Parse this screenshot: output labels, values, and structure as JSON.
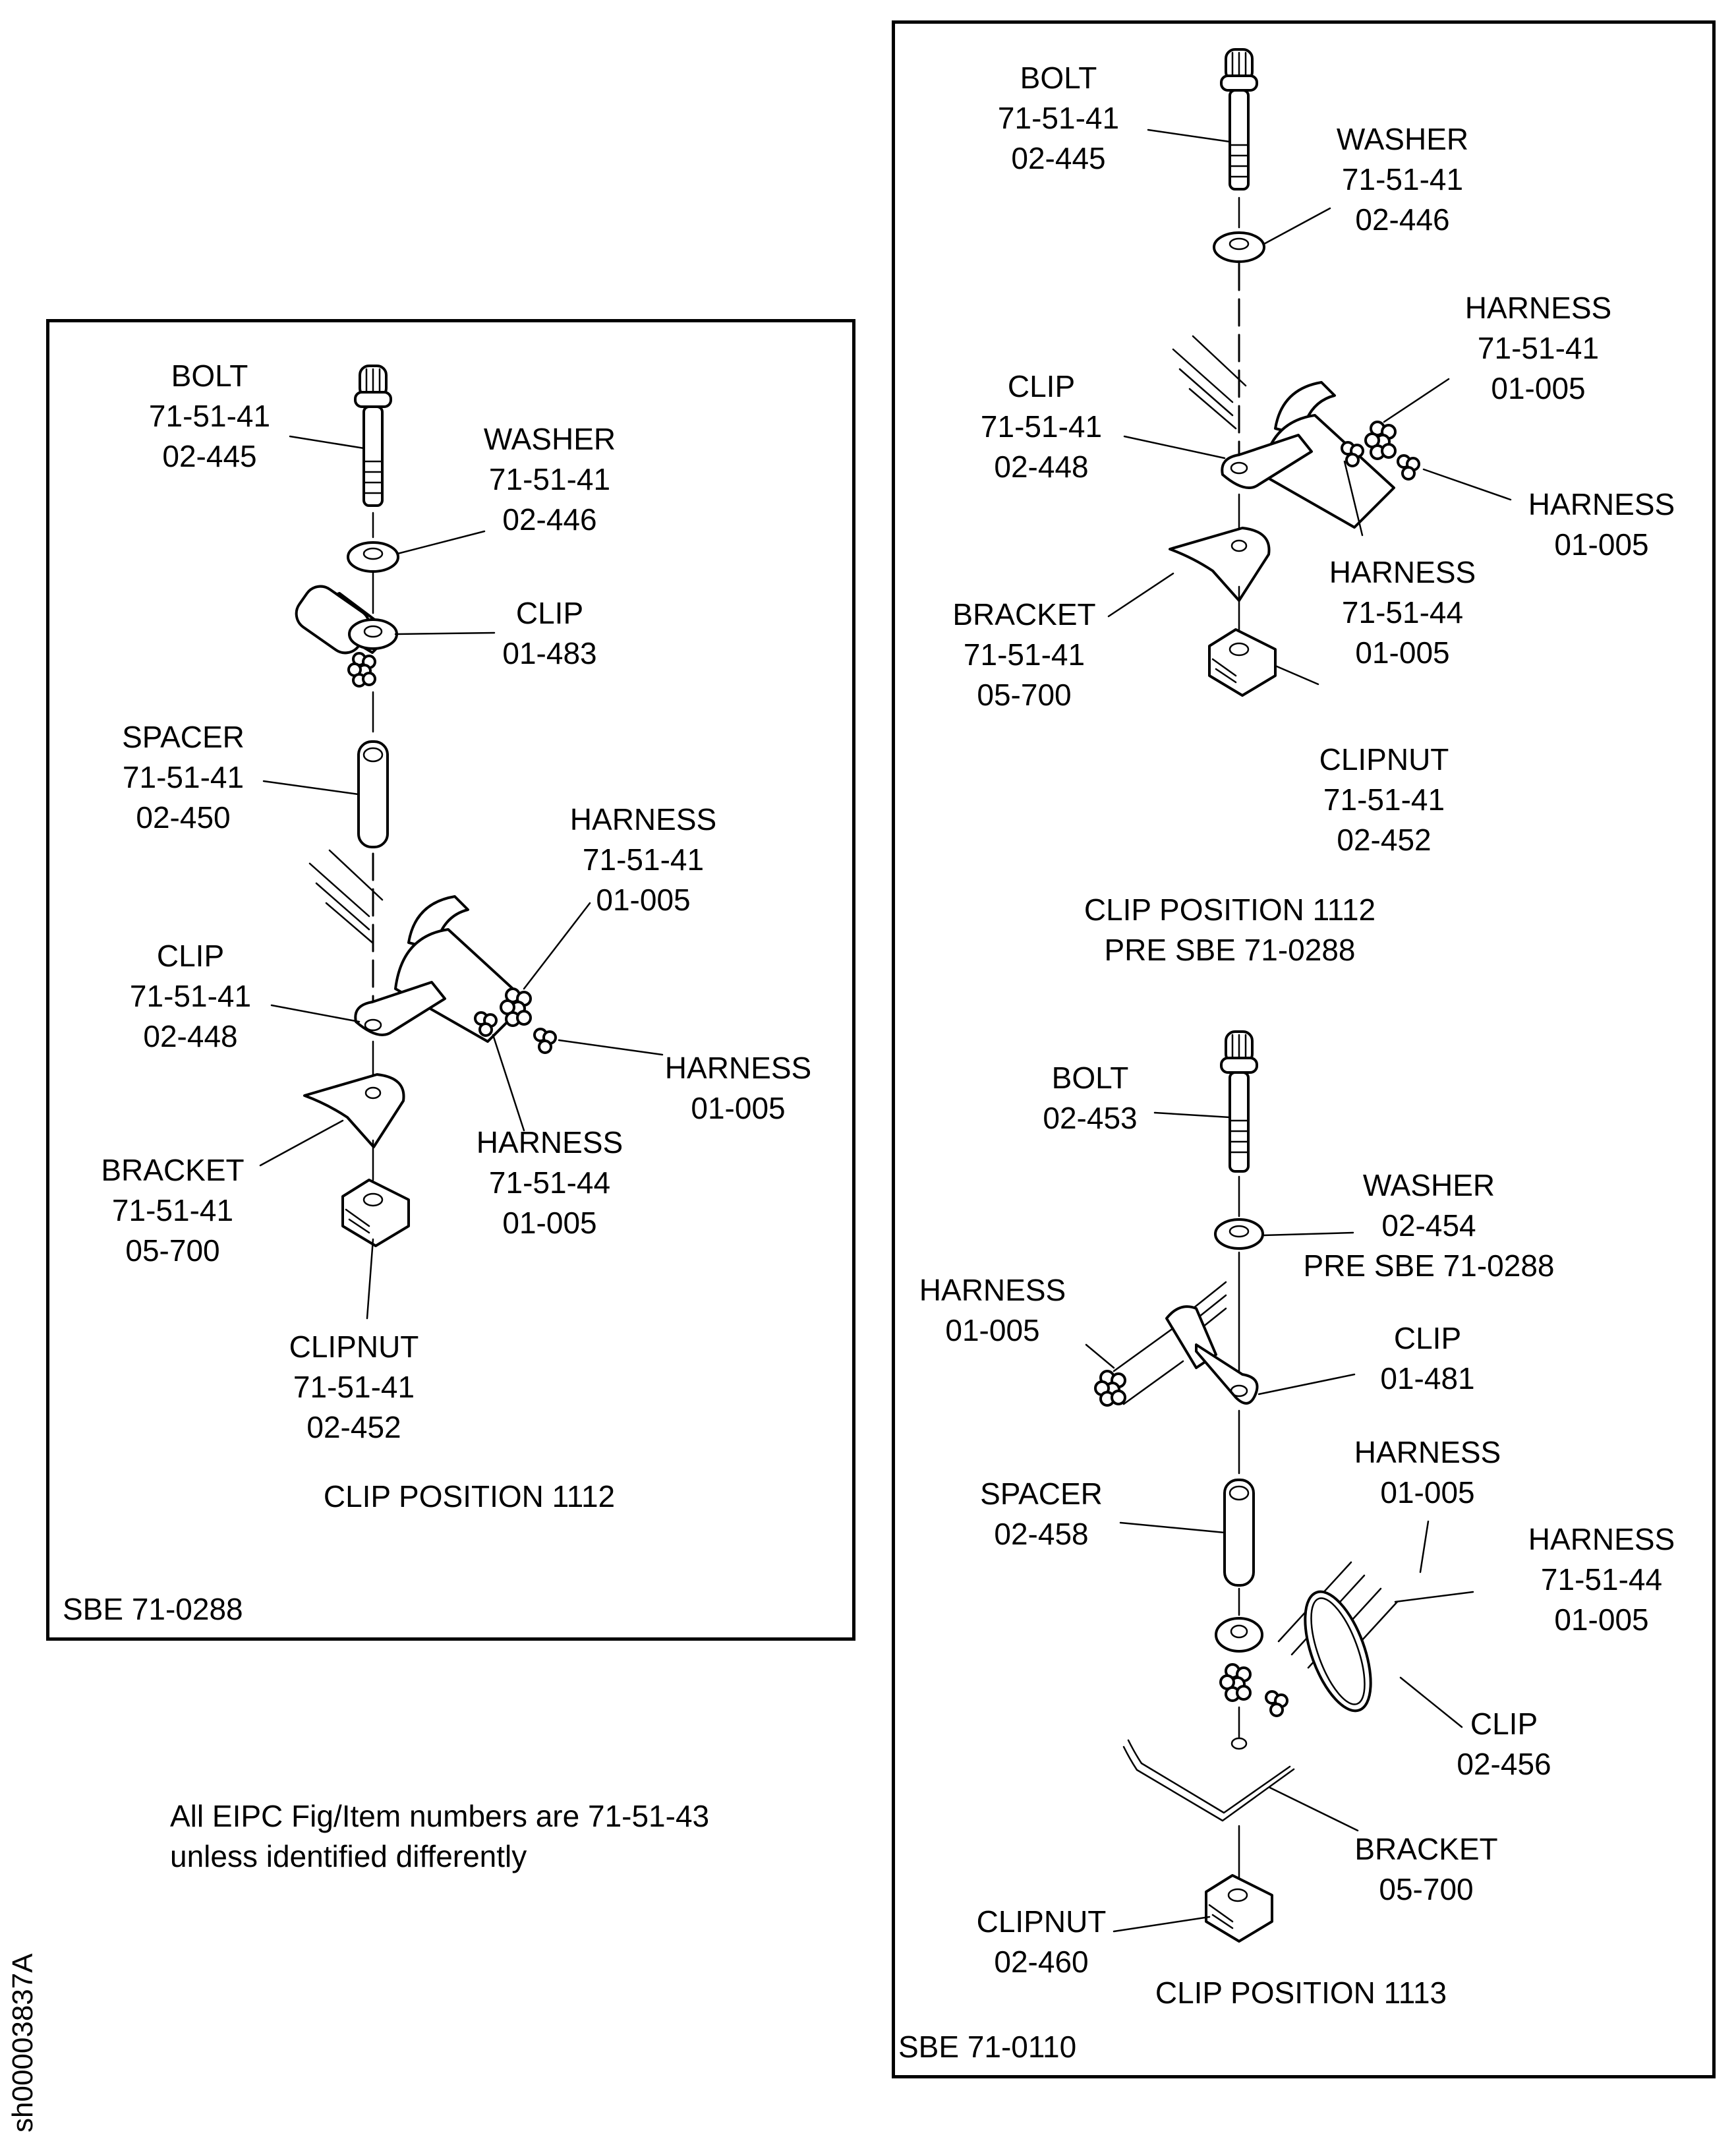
{
  "note": {
    "line1": "All EIPC Fig/Item numbers are 71-51-43",
    "line2": "unless identified differently"
  },
  "drawing_code": "sh00003837A",
  "panels": {
    "left": {
      "sbe": "SBE 71-0288",
      "caption": "CLIP POSITION 1112",
      "callouts": {
        "bolt": [
          "BOLT",
          "71-51-41",
          "02-445"
        ],
        "washer": [
          "WASHER",
          "71-51-41",
          "02-446"
        ],
        "clip_top": [
          "CLIP",
          "01-483"
        ],
        "spacer": [
          "SPACER",
          "71-51-41",
          "02-450"
        ],
        "harness_a": [
          "HARNESS",
          "71-51-41",
          "01-005"
        ],
        "clip": [
          "CLIP",
          "71-51-41",
          "02-448"
        ],
        "harness_b": [
          "HARNESS",
          "01-005"
        ],
        "harness_c": [
          "HARNESS",
          "71-51-44",
          "01-005"
        ],
        "bracket": [
          "BRACKET",
          "71-51-41",
          "05-700"
        ],
        "clipnut": [
          "CLIPNUT",
          "71-51-41",
          "02-452"
        ]
      }
    },
    "right_top": {
      "caption_line1": "CLIP POSITION 1112",
      "caption_line2": "PRE SBE 71-0288",
      "callouts": {
        "bolt": [
          "BOLT",
          "71-51-41",
          "02-445"
        ],
        "washer": [
          "WASHER",
          "71-51-41",
          "02-446"
        ],
        "harness_a": [
          "HARNESS",
          "71-51-41",
          "01-005"
        ],
        "clip": [
          "CLIP",
          "71-51-41",
          "02-448"
        ],
        "harness_b": [
          "HARNESS",
          "01-005"
        ],
        "harness_c": [
          "HARNESS",
          "71-51-44",
          "01-005"
        ],
        "bracket": [
          "BRACKET",
          "71-51-41",
          "05-700"
        ],
        "clipnut": [
          "CLIPNUT",
          "71-51-41",
          "02-452"
        ]
      }
    },
    "right_bottom": {
      "sbe": "SBE 71-0110",
      "caption": "CLIP POSITION 1113",
      "callouts": {
        "bolt": [
          "BOLT",
          "02-453"
        ],
        "washer": [
          "WASHER",
          "02-454",
          "PRE SBE 71-0288"
        ],
        "harness_a": [
          "HARNESS",
          "01-005"
        ],
        "clip_top": [
          "CLIP",
          "01-481"
        ],
        "spacer": [
          "SPACER",
          "02-458"
        ],
        "harness_b": [
          "HARNESS",
          "01-005"
        ],
        "harness_c": [
          "HARNESS",
          "71-51-44",
          "01-005"
        ],
        "clip": [
          "CLIP",
          "02-456"
        ],
        "bracket": [
          "BRACKET",
          "05-700"
        ],
        "clipnut": [
          "CLIPNUT",
          "02-460"
        ]
      }
    }
  }
}
